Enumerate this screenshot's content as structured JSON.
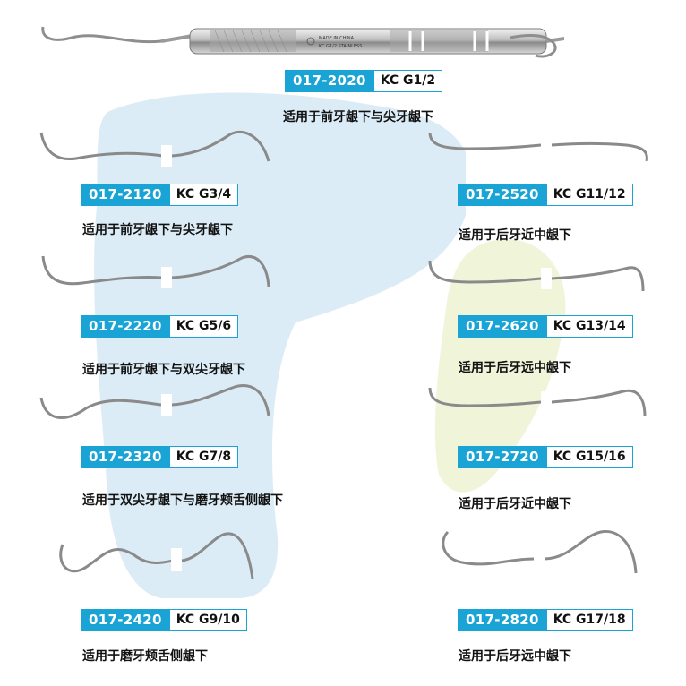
{
  "header": {
    "code": "017-2020",
    "model": "KC G1/2",
    "description": "适用于前牙龈下与尖牙龈下",
    "handle_text_1": "MADE IN CHINA",
    "handle_text_2": "KC G1/2   STAINLESS"
  },
  "left_items": [
    {
      "code": "017-2120",
      "model": "KC G3/4",
      "description": "适用于前牙龈下与尖牙龈下"
    },
    {
      "code": "017-2220",
      "model": "KC G5/6",
      "description": "适用于前牙龈下与双尖牙龈下"
    },
    {
      "code": "017-2320",
      "model": "KC G7/8",
      "description": "适用于双尖牙龈下与磨牙颊舌侧龈下"
    },
    {
      "code": "017-2420",
      "model": "KC G9/10",
      "description": "适用于磨牙颊舌侧龈下"
    }
  ],
  "right_items": [
    {
      "code": "017-2520",
      "model": "KC G11/12",
      "description": "适用于后牙近中龈下"
    },
    {
      "code": "017-2620",
      "model": "KC G13/14",
      "description": "适用于后牙远中龈下"
    },
    {
      "code": "017-2720",
      "model": "KC G15/16",
      "description": "适用于后牙近中龈下"
    },
    {
      "code": "017-2820",
      "model": "KC G17/18",
      "description": "适用于后牙远中龈下"
    }
  ],
  "colors": {
    "accent": "#1aa3d5",
    "blob_blue": "#d6e9f5",
    "blob_green": "#eef4d6"
  }
}
